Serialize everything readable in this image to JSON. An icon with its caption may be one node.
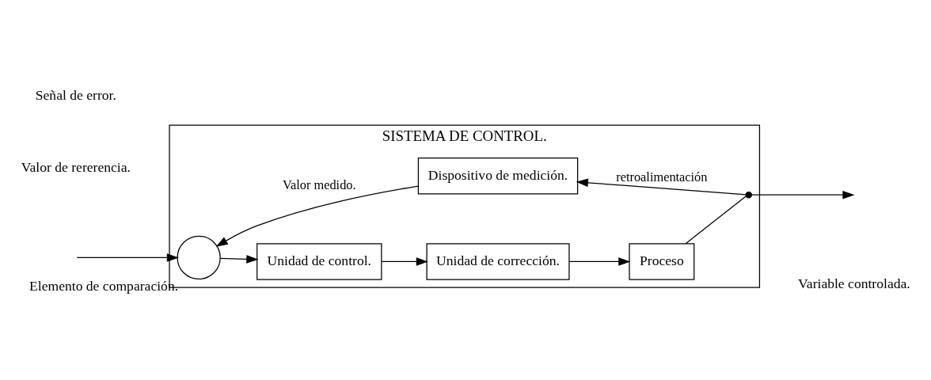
{
  "diagram": {
    "nodes": [
      {
        "text": [
          "SISTEMA DE CONTROL."
        ]
      },
      {
        "text": [],
        "shape": "circle",
        "in": 0,
        "beside": [
          "Elemento de comparación."
        ]
      },
      {
        "text": [
          "Unidad de control."
        ],
        "in": 0
      },
      {
        "text": [
          "Unidad de corrección."
        ],
        "in": 0
      },
      {
        "text": [
          "Proceso"
        ],
        "in": 0
      },
      {
        "text": [],
        "shape": "dot",
        "in": 0
      },
      {
        "text": [
          "Dispositivo de medición."
        ],
        "in": 0
      }
    ],
    "edges": [
      {
        "from": null,
        "to": 1,
        "arrow": "to"
      },
      {
        "from": 1,
        "to": 2,
        "arrow": "to"
      },
      {
        "from": 2,
        "to": 3,
        "arrow": "to"
      },
      {
        "from": 3,
        "to": 4,
        "arrow": "to"
      },
      {
        "from": 4,
        "to": 5,
        "arrow": "none"
      },
      {
        "from": 5,
        "to": null,
        "arrow": "to"
      },
      {
        "from": 5,
        "to": 6,
        "arrow": "to",
        "label": "retroalimentación"
      },
      {
        "from": 6,
        "to": 1,
        "arrow": "to",
        "label": "Valor medido."
      }
    ],
    "labels": [
      "Señal de error.",
      "Valor de rererencia.",
      "Variable controlada."
    ]
  }
}
